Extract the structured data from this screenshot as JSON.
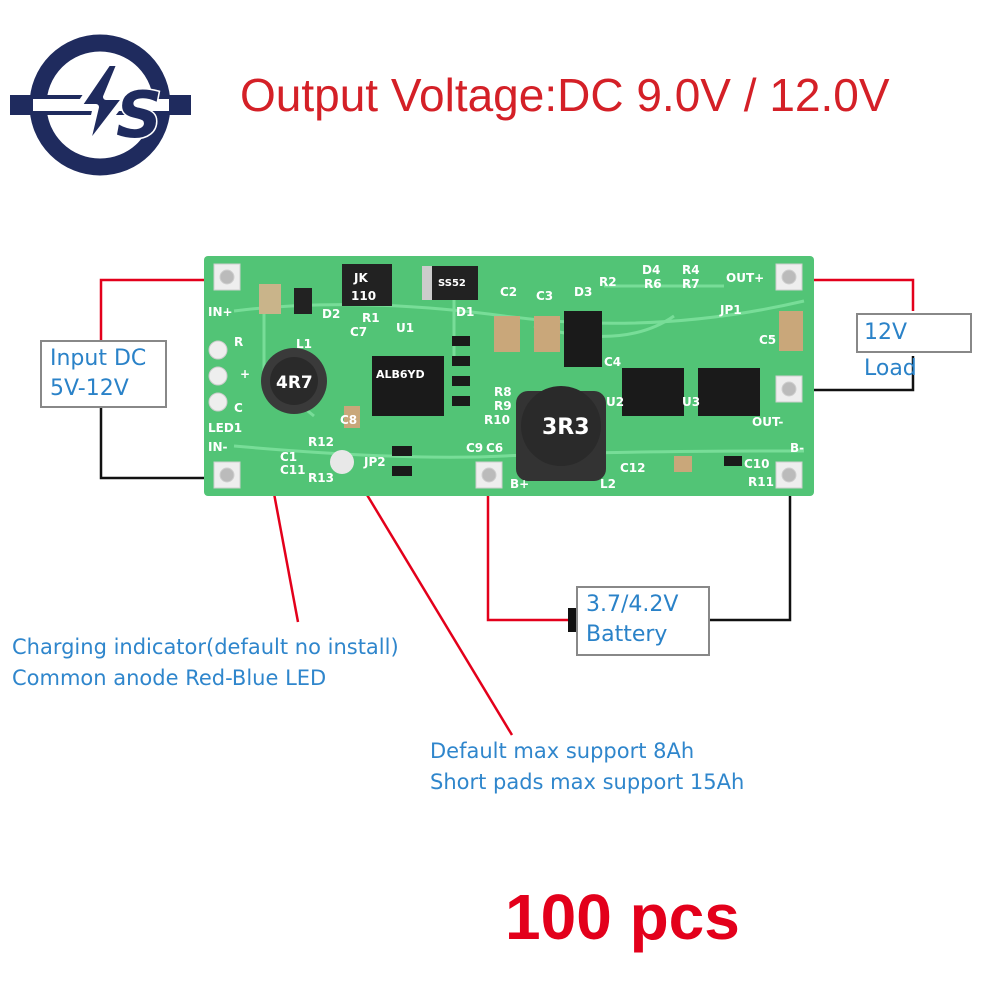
{
  "header": {
    "logo_icon": "lightning-s-logo",
    "title": "Output Voltage:DC 9.0V / 12.0V"
  },
  "labels": {
    "input_line1": "Input DC",
    "input_line2": "5V-12V",
    "load": "12V Load",
    "battery_line1": "3.7/4.2V",
    "battery_line2": "Battery"
  },
  "notes": {
    "charging_line1": "Charging indicator(default no install)",
    "charging_line2": "Common anode Red-Blue LED",
    "support_line1": "Default max support 8Ah",
    "support_line2": "Short pads max support 15Ah"
  },
  "quantity": "100 pcs",
  "board": {
    "chip_jk": "JK",
    "chip_110": "110",
    "diode_code": "SS52",
    "ic_u1": "ALB6YD",
    "inductor_l1": "4R7",
    "inductor_l2": "3R3",
    "silk": [
      "IN+",
      "IN-",
      "LED1",
      "OUT+",
      "OUT-",
      "B+",
      "B-",
      "U1",
      "U2",
      "U3",
      "L1",
      "L2",
      "R1",
      "R2",
      "R4",
      "R6",
      "R7",
      "R8",
      "R9",
      "R10",
      "R11",
      "R12",
      "R13",
      "C1",
      "C2",
      "C3",
      "C4",
      "C5",
      "C6",
      "C7",
      "C8",
      "C9",
      "C10",
      "C11",
      "C12",
      "D1",
      "D2",
      "D3",
      "D4",
      "JP1",
      "JP2",
      "R",
      "+",
      "C"
    ]
  },
  "colors": {
    "accent_red": "#d42027",
    "quantity_red": "#e3001b",
    "label_blue": "#2a82c8",
    "logo_navy": "#1f2b5e",
    "pcb_green": "#52c476"
  }
}
